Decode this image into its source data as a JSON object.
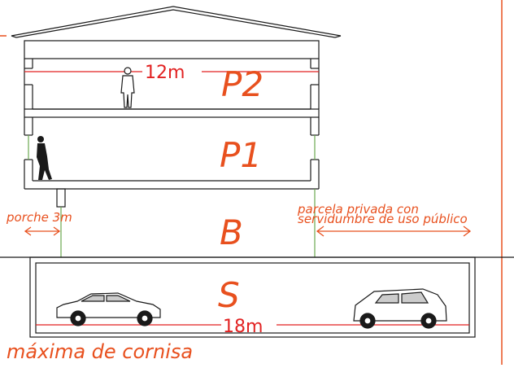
{
  "colors": {
    "accent": "#e8501e",
    "line": "#1a1a1a",
    "green": "#6aa84f",
    "red_line": "#e22222"
  },
  "labels": {
    "floor_p2": "P2",
    "floor_p1": "P1",
    "floor_b": "B",
    "floor_s": "S",
    "dim_top": "12m",
    "dim_bottom": "18m",
    "porche": "porche 3m",
    "parcela_line1": "parcela privada con",
    "parcela_line2": "servidumbre de uso público",
    "footer": "máxima de cornisa"
  },
  "icons": [
    "person-standing-icon",
    "person-walking-icon",
    "sedan-car-icon",
    "compact-car-icon"
  ]
}
